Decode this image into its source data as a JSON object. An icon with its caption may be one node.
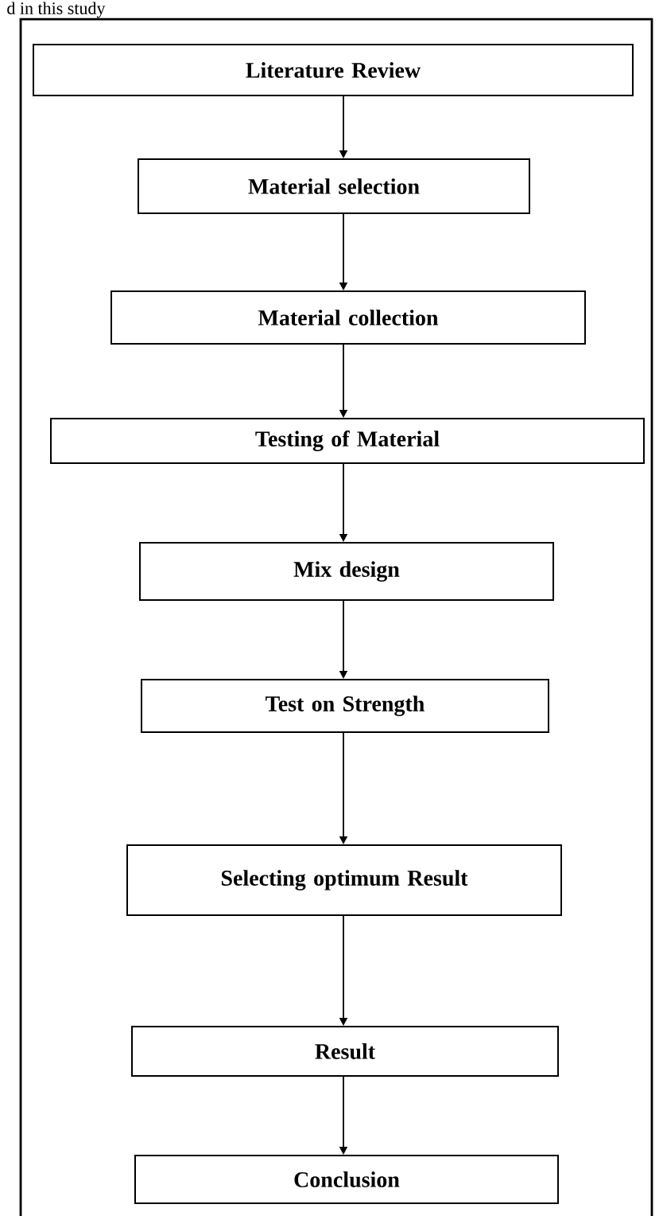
{
  "diagram": {
    "nodes": [
      {
        "text": [
          "Literature Review"
        ]
      },
      {
        "text": [
          "Material selection"
        ]
      },
      {
        "text": [
          "Material collection"
        ]
      },
      {
        "text": [
          "Testing of Material"
        ]
      },
      {
        "text": [
          "Mix design"
        ]
      },
      {
        "text": [
          "Test on Strength"
        ]
      },
      {
        "text": [
          "Selecting optimum Result"
        ]
      },
      {
        "text": [
          "Result"
        ]
      },
      {
        "text": [
          "Conclusion"
        ]
      }
    ],
    "edges": [
      {
        "from": 0,
        "to": 1,
        "arrow": "to"
      },
      {
        "from": 1,
        "to": 2,
        "arrow": "to"
      },
      {
        "from": 2,
        "to": 3,
        "arrow": "to"
      },
      {
        "from": 3,
        "to": 4,
        "arrow": "to"
      },
      {
        "from": 4,
        "to": 5,
        "arrow": "to"
      },
      {
        "from": 5,
        "to": 6,
        "arrow": "to"
      },
      {
        "from": 6,
        "to": 7,
        "arrow": "to"
      },
      {
        "from": 7,
        "to": 8,
        "arrow": "to"
      }
    ],
    "labels": [
      "d in this study"
    ]
  }
}
